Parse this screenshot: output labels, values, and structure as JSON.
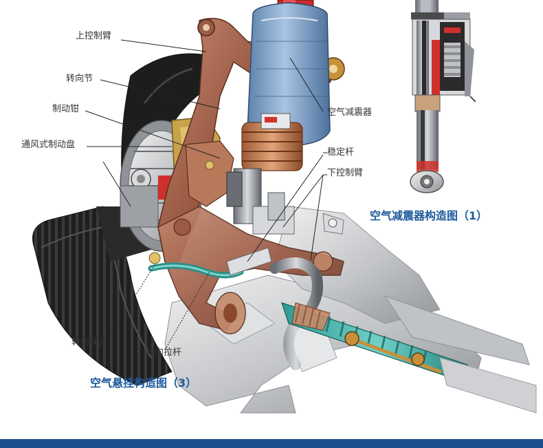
{
  "labels": {
    "upper_control_arm": "上控制臂",
    "steering_knuckle": "转向节",
    "brake_caliper": "制动钳",
    "ventilated_disc": "通风式制动盘",
    "air_shock": "空气减震器",
    "stabilizer_bar": "稳定杆",
    "lower_control_arm": "下控制臂",
    "steering_ball_joint": "转向球头",
    "tie_rod": "转向拉杆"
  },
  "captions": {
    "shock_diagram": "空气减震器构造图（1）",
    "suspension_diagram": "空气悬挂构造图（3）"
  },
  "colors": {
    "caption_blue": "#1d5a9c",
    "footer_blue": "#1c4d8c"
  }
}
